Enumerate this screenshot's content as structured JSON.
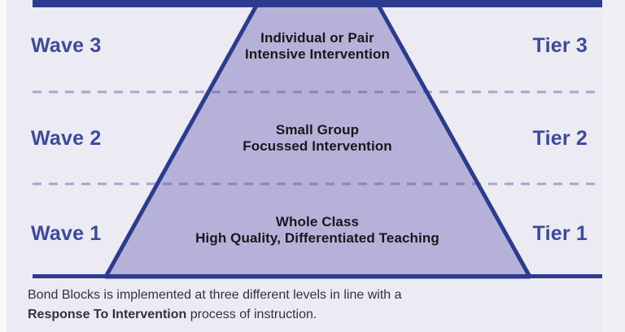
{
  "diagram": {
    "title_semantic": "Response To Intervention pyramid",
    "rows": [
      {
        "wave_label": "Wave 3",
        "tier_label": "Tier 3",
        "center_line1": "Individual or Pair",
        "center_line2": "Intensive Intervention"
      },
      {
        "wave_label": "Wave 2",
        "tier_label": "Tier 2",
        "center_line1": "Small Group",
        "center_line2": "Focussed Intervention"
      },
      {
        "wave_label": "Wave 1",
        "tier_label": "Tier 1",
        "center_line1": "Whole Class",
        "center_line2": "High Quality, Differentiated Teaching"
      }
    ]
  },
  "caption": {
    "line1": "Bond Blocks is implemented at three different levels in line with a",
    "line2_bold": "Response To Intervention",
    "line2_rest": " process of instruction."
  },
  "colors": {
    "accent_blue": "#2d3b8e",
    "label_blue": "#3d4a9c",
    "triangle_fill": "#b5b1d8",
    "divider_purple": "#4a4496",
    "panel_background": "#ecebf3",
    "body_text": "#33323c"
  }
}
